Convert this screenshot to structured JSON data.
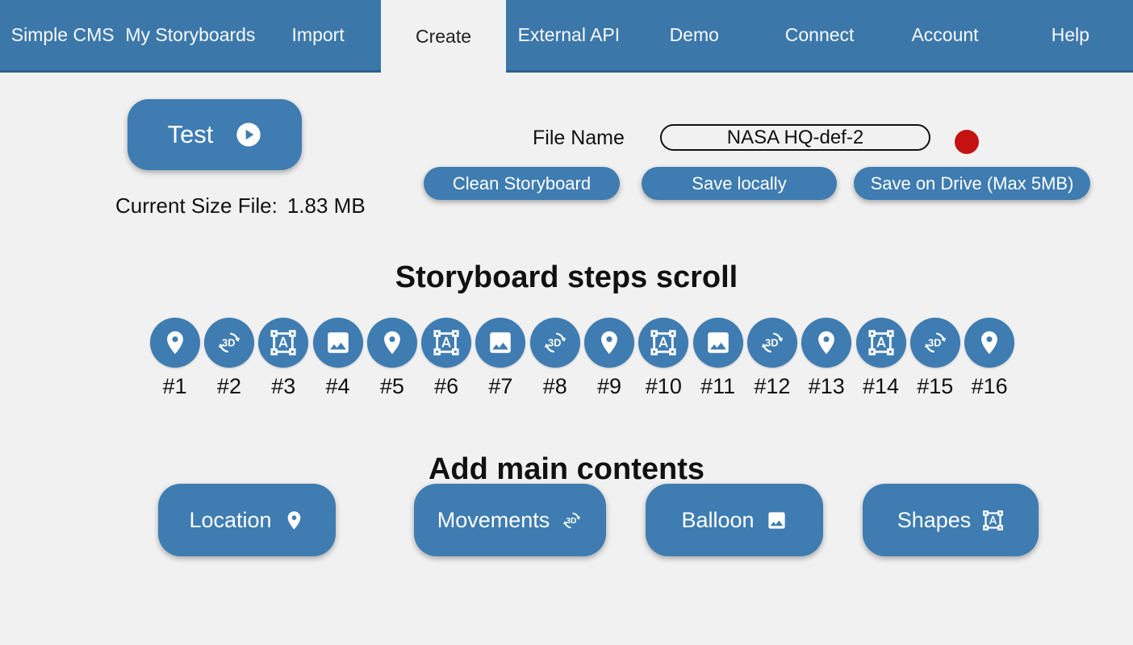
{
  "colors": {
    "nav_blue": "#3c77aa",
    "accent_blue": "#3e7cb1",
    "page_bg": "#f1f1f1",
    "status_red": "#c41212",
    "text_dark": "#111111",
    "nav_text": "#f6fafd"
  },
  "nav": {
    "items": [
      {
        "label": "Simple CMS",
        "active": false
      },
      {
        "label": "My Storyboards",
        "active": false
      },
      {
        "label": "Import",
        "active": false
      },
      {
        "label": "Create",
        "active": true
      },
      {
        "label": "External API",
        "active": false
      },
      {
        "label": "Demo",
        "active": false
      },
      {
        "label": "Connect",
        "active": false
      },
      {
        "label": "Account",
        "active": false
      },
      {
        "label": "Help",
        "active": false
      }
    ]
  },
  "toolbar": {
    "test_label": "Test",
    "test_icon": "play",
    "current_size_label": "Current Size File:",
    "current_size_value": "1.83 MB",
    "file_name_label": "File Name",
    "file_name_value": "NASA HQ-def-2",
    "status_indicator": "red-dot",
    "actions": [
      {
        "label": "Clean Storyboard"
      },
      {
        "label": "Save locally"
      },
      {
        "label": "Save on Drive (Max 5MB)"
      }
    ]
  },
  "steps_section": {
    "title": "Storyboard steps scroll",
    "steps": [
      {
        "label": "#1",
        "icon": "location"
      },
      {
        "label": "#2",
        "icon": "rotation3d"
      },
      {
        "label": "#3",
        "icon": "shapes"
      },
      {
        "label": "#4",
        "icon": "image"
      },
      {
        "label": "#5",
        "icon": "location"
      },
      {
        "label": "#6",
        "icon": "shapes"
      },
      {
        "label": "#7",
        "icon": "image"
      },
      {
        "label": "#8",
        "icon": "rotation3d"
      },
      {
        "label": "#9",
        "icon": "location"
      },
      {
        "label": "#10",
        "icon": "shapes"
      },
      {
        "label": "#11",
        "icon": "image"
      },
      {
        "label": "#12",
        "icon": "rotation3d"
      },
      {
        "label": "#13",
        "icon": "location"
      },
      {
        "label": "#14",
        "icon": "shapes"
      },
      {
        "label": "#15",
        "icon": "rotation3d"
      },
      {
        "label": "#16",
        "icon": "location"
      }
    ]
  },
  "contents_section": {
    "title": "Add main contents",
    "buttons": [
      {
        "label": "Location",
        "icon": "location"
      },
      {
        "label": "Movements",
        "icon": "rotation3d"
      },
      {
        "label": "Balloon",
        "icon": "image"
      },
      {
        "label": "Shapes",
        "icon": "shapes"
      }
    ]
  },
  "icon_legend": {
    "play": "play-circle-icon",
    "location": "map-pin-icon",
    "rotation3d": "3d-rotation-icon",
    "image": "image-icon",
    "shapes": "format-shapes-icon"
  }
}
